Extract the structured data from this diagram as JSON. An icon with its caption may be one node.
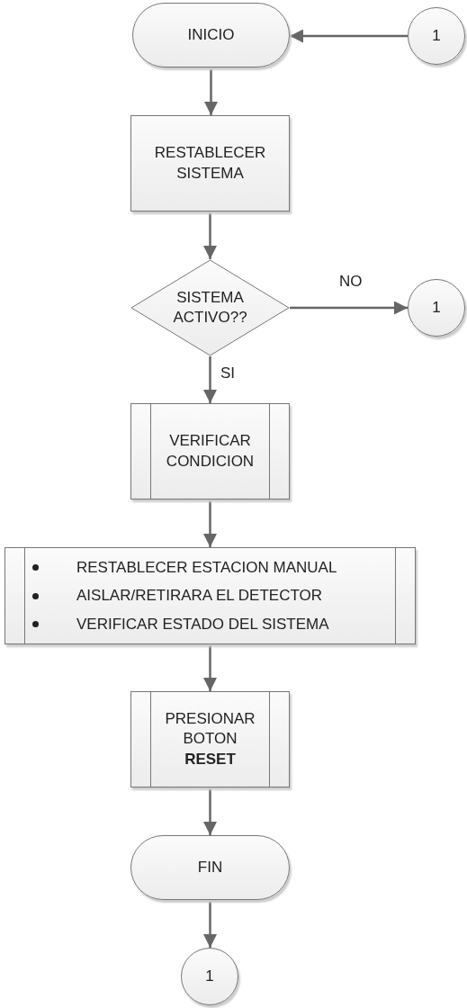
{
  "diagram": {
    "nodes": [
      {
        "text": [
          "INICIO"
        ]
      },
      {
        "text": [
          "1"
        ]
      },
      {
        "text": [
          "RESTABLECER SISTEMA"
        ]
      },
      {
        "text": [
          "SISTEMA ACTIVO??"
        ]
      },
      {
        "text": [
          "1"
        ]
      },
      {
        "text": [
          "VERIFICAR CONDICION"
        ]
      },
      {
        "text": [
          "RESTABLECER ESTACION MANUAL",
          "AISLAR/RETIRARA EL DETECTOR",
          "VERIFICAR ESTADO DEL SISTEMA"
        ]
      },
      {
        "text": [
          "PRESIONAR BOTON **RESET**"
        ]
      },
      {
        "text": [
          "FIN"
        ]
      },
      {
        "text": [
          "1"
        ]
      }
    ],
    "edges": [
      {
        "from": 1,
        "to": 0,
        "arrow": "to"
      },
      {
        "from": 0,
        "to": 2,
        "arrow": "to"
      },
      {
        "from": 2,
        "to": 3,
        "arrow": "to"
      },
      {
        "from": 3,
        "to": 4,
        "arrow": "to",
        "label": "NO"
      },
      {
        "from": 3,
        "to": 5,
        "arrow": "to",
        "label": "SI"
      },
      {
        "from": 5,
        "to": 6,
        "arrow": "to"
      },
      {
        "from": 6,
        "to": 7,
        "arrow": "to"
      },
      {
        "from": 7,
        "to": 8,
        "arrow": "to"
      },
      {
        "from": 8,
        "to": 9,
        "arrow": "to"
      }
    ]
  }
}
